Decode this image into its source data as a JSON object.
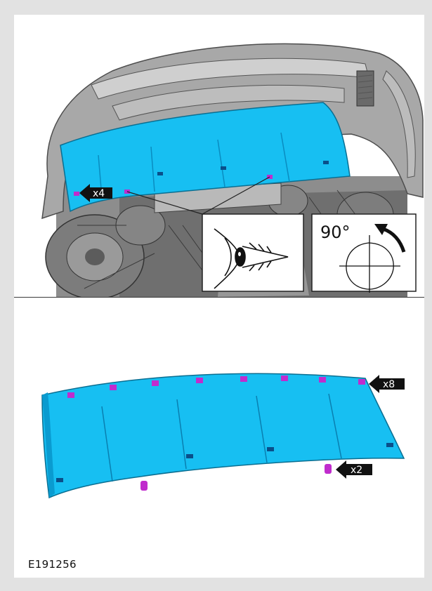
{
  "figure_id": "E191256",
  "callouts": {
    "top_fastener_count": "x4",
    "bottom_top_edge_count": "x8",
    "bottom_underside_count": "x2"
  },
  "rotation_inset": {
    "angle": "90°"
  },
  "colors": {
    "panel": "#17bff2",
    "panel_shade": "#0a9bd0",
    "fastener": "#c02ccd",
    "background": "#e2e2e2",
    "vehicle_gray": "#a8a8a8"
  },
  "icons": [
    "eye-icon",
    "rotation-arrow-icon",
    "arrow-left-icon"
  ]
}
